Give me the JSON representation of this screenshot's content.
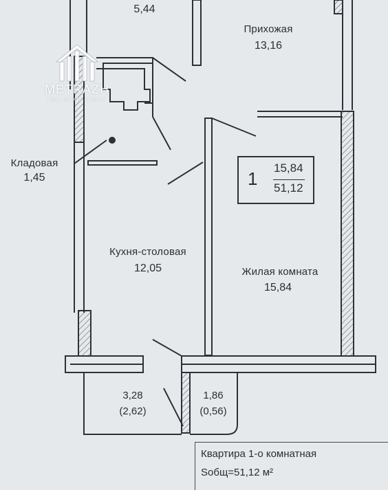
{
  "rooms": {
    "bathroom_area": "5,44",
    "hallway_name": "Прихожая",
    "hallway_area": "13,16",
    "storage_name": "Кладовая",
    "storage_area": "1,45",
    "kitchen_name": "Кухня-столовая",
    "kitchen_area": "12,05",
    "living_name": "Жилая комната",
    "living_area": "15,84",
    "balcony1_area": "3,28",
    "balcony1_reduced": "(2,62)",
    "balcony2_area": "1,86",
    "balcony2_reduced": "(0,56)"
  },
  "summary": {
    "rooms_count": "1",
    "living_area": "15,84",
    "total_area": "51,12"
  },
  "info": {
    "title": "Квартира 1-о комнатная",
    "area_text": "Sобщ=51,12 м²"
  },
  "logo": {
    "name": "METRAZH",
    "subtitle": "REAL ESTATE AGENCY"
  },
  "colors": {
    "background": "#e6e9ec",
    "lines": "#2d3036",
    "hatch": "#5a5e66"
  }
}
